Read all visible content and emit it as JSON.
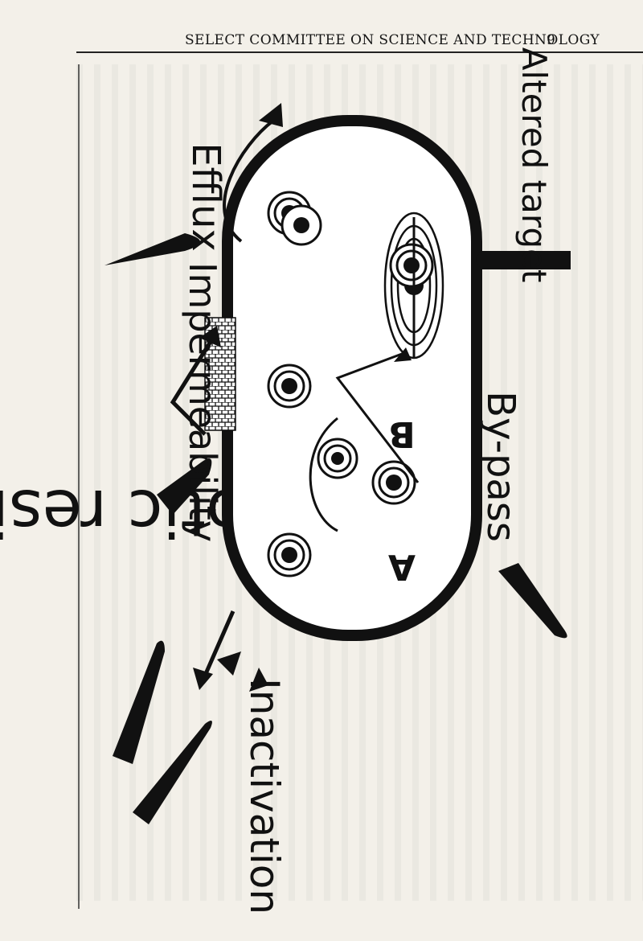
{
  "header": {
    "title": "SELECT COMMITTEE ON SCIENCE AND TECHNOLOGY",
    "page_number": "9"
  },
  "figure": {
    "title": "Antibiotic resistance",
    "mechanisms": {
      "altered_target": "Altered target",
      "by_pass": "By-pass",
      "efflux": "Efflux",
      "impermeability": "Impermeability",
      "inactivation": "Inactivation"
    },
    "pathway_labels": {
      "a": "A",
      "b": "B"
    }
  }
}
